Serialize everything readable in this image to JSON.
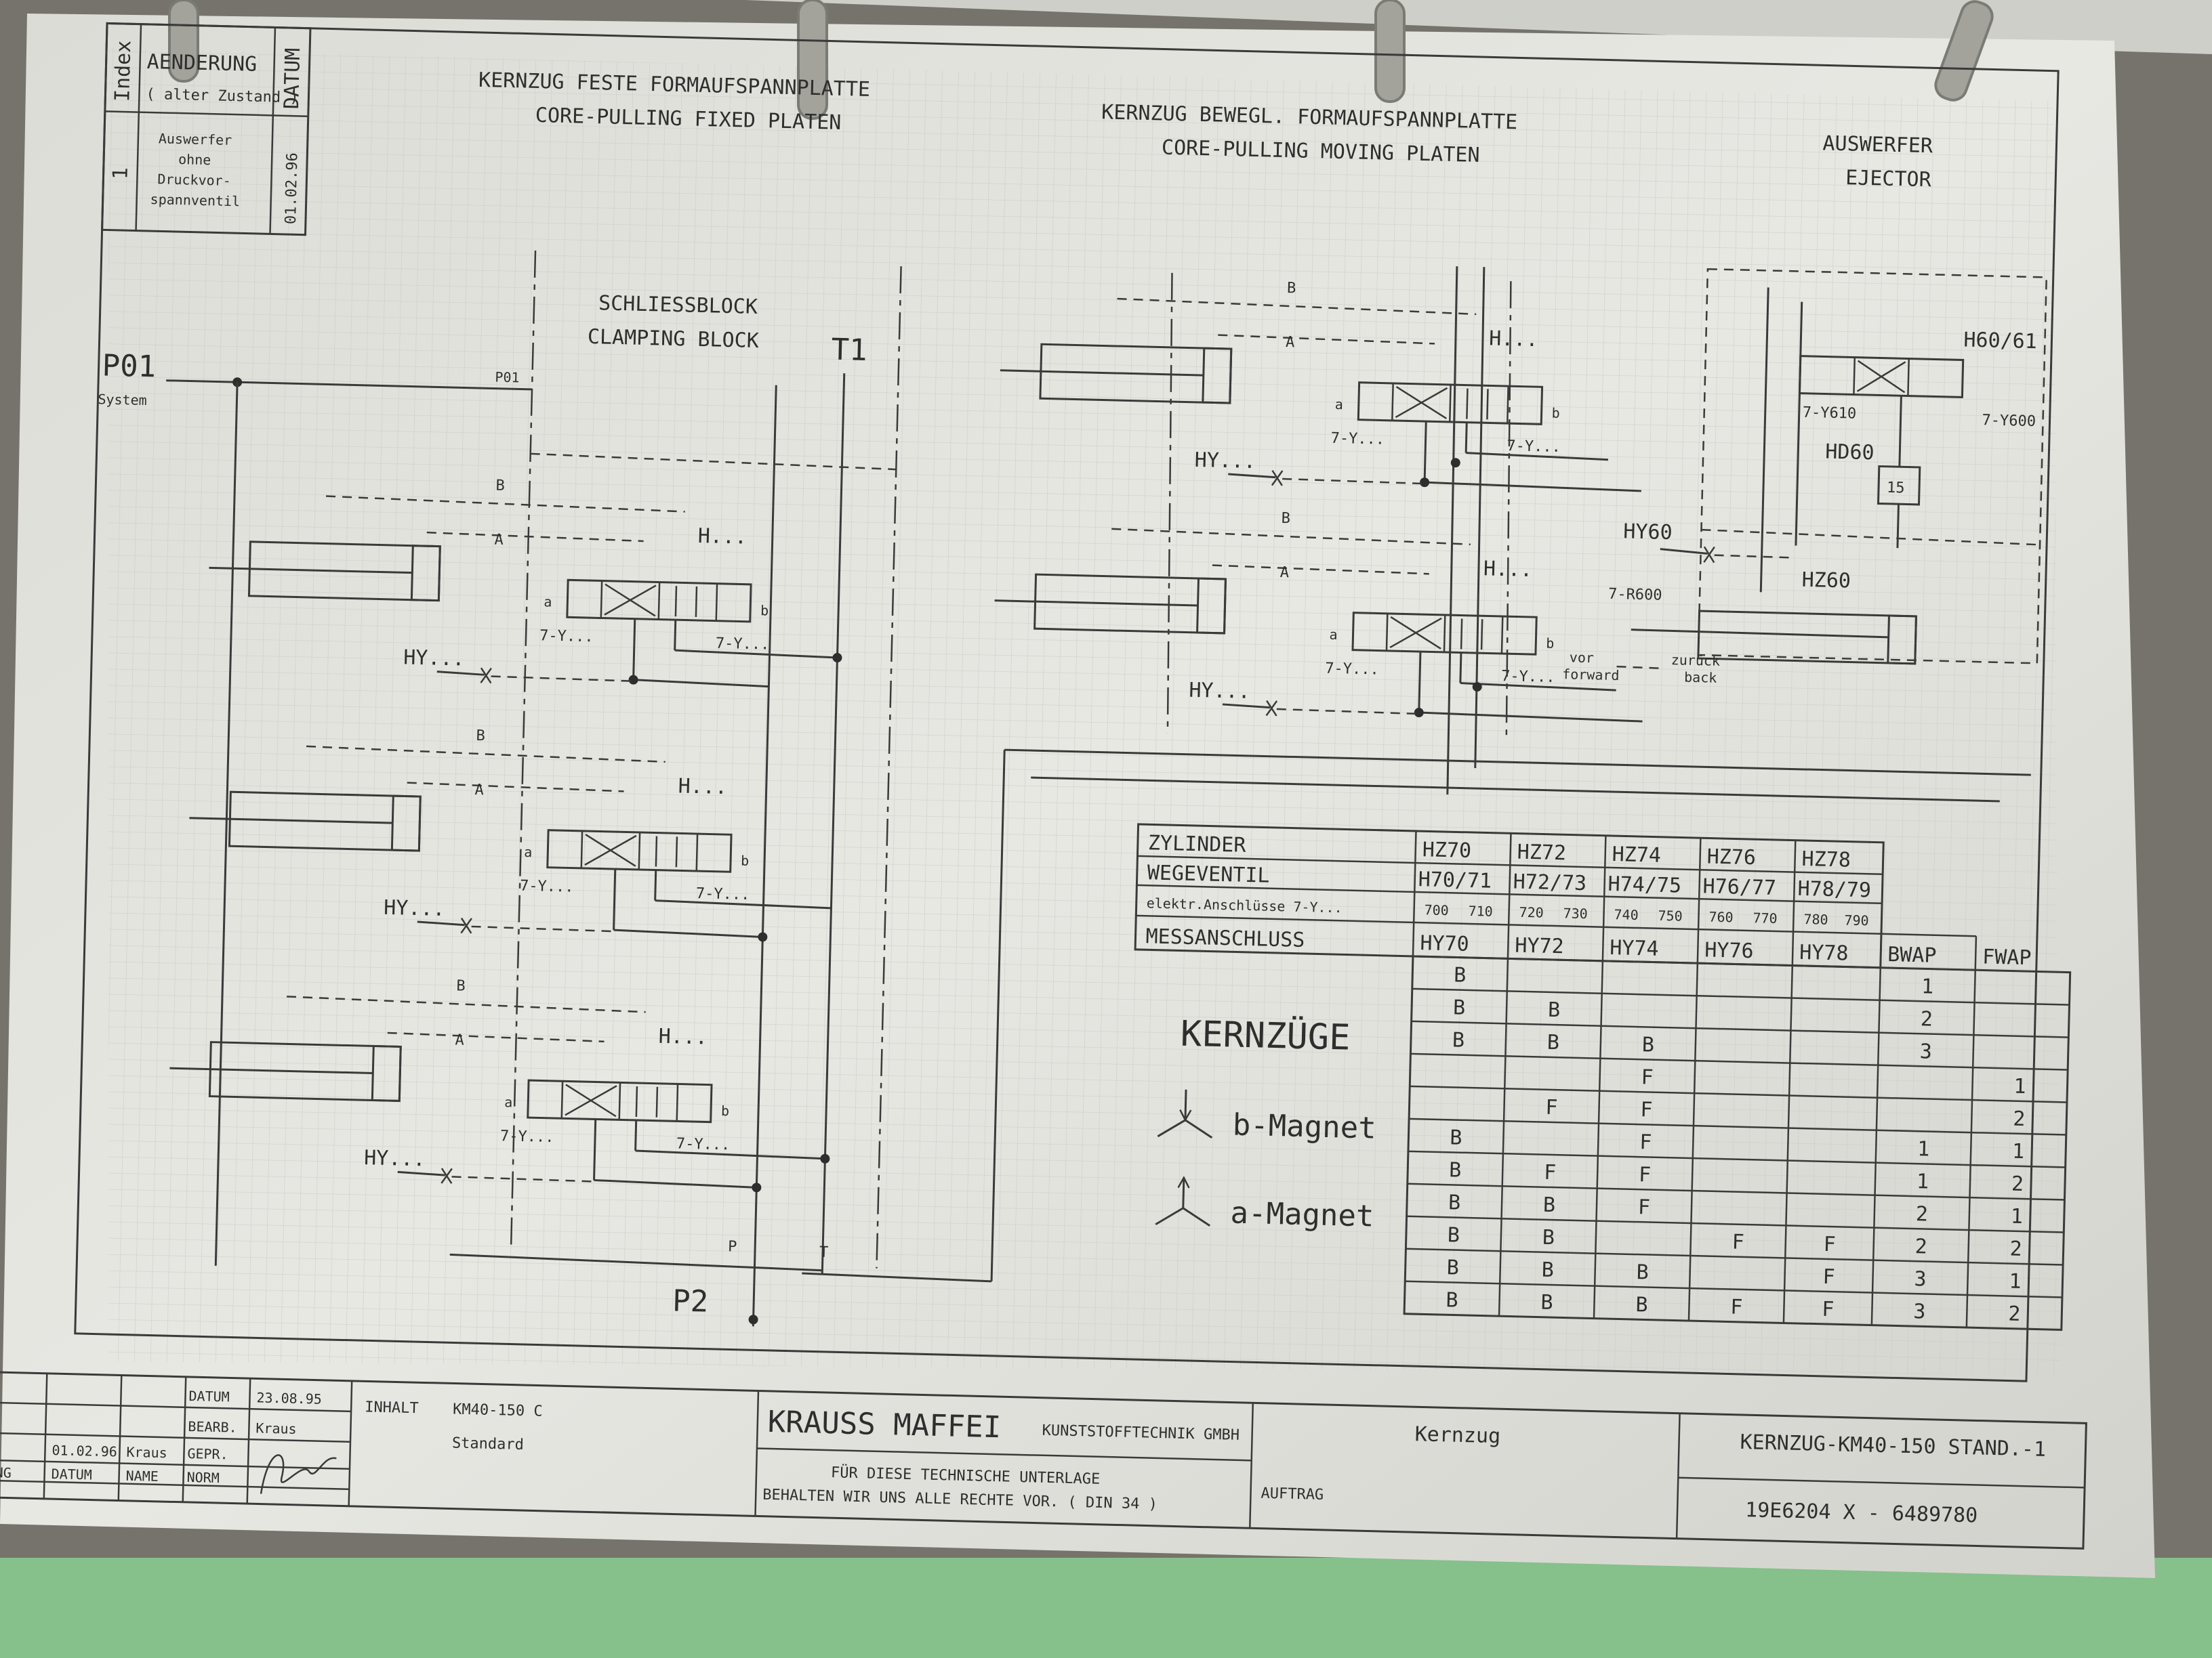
{
  "revision_block": {
    "index": "Index",
    "aenderung": "AENDERUNG",
    "alter_zustand": "( alter Zustand )",
    "datum": "DATUM",
    "entry_index": "1",
    "entry_text": [
      "Auswerfer",
      "ohne",
      "Druckvor-",
      "spannventil"
    ],
    "entry_date": "01.02.96"
  },
  "headings": {
    "fixed_de": "KERNZUG FESTE FORMAUFSPANNPLATTE",
    "fixed_en": "CORE-PULLING FIXED PLATEN",
    "moving_de": "KERNZUG BEWEGL. FORMAUFSPANNPLATTE",
    "moving_en": "CORE-PULLING MOVING PLATEN",
    "ejector_de": "AUSWERFER",
    "ejector_en": "EJECTOR",
    "clamp_de": "SCHLIESSBLOCK",
    "clamp_en": "CLAMPING BLOCK"
  },
  "labels": {
    "p01": "P01",
    "system": "System",
    "p01_small": "P01",
    "t1": "T1",
    "p2": "P2",
    "p": "P",
    "t": "T",
    "a": "A",
    "b": "B",
    "h": "H...",
    "hy": "HY...",
    "sol": "7-Y...",
    "port_a": "a",
    "port_b": "b",
    "h60": "H60/61",
    "y610": "7-Y610",
    "y600": "7-Y600",
    "hd60": "HD60",
    "hd_val": "15",
    "hy60": "HY60",
    "r600": "7-R600",
    "hz60": "HZ60",
    "vor": "vor",
    "forward": "forward",
    "zurueck": "zurück",
    "back": "back"
  },
  "legend": {
    "title": "KERNZÜGE",
    "b_magnet": "b-Magnet",
    "a_magnet": "a-Magnet"
  },
  "table": {
    "header_rows": [
      [
        "ZYLINDER",
        "HZ70",
        "HZ72",
        "HZ74",
        "HZ76",
        "HZ78"
      ],
      [
        "WEGEVENTIL",
        "H70/71",
        "H72/73",
        "H74/75",
        "H76/77",
        "H78/79"
      ]
    ],
    "elektr_label": "elektr.Anschlüsse 7-Y...",
    "elektr_values": [
      "700",
      "710",
      "720",
      "730",
      "740",
      "750",
      "760",
      "770",
      "780",
      "790"
    ],
    "mess_row": [
      "MESSANSCHLUSS",
      "HY70",
      "HY72",
      "HY74",
      "HY76",
      "HY78",
      "BWAP",
      "FWAP"
    ],
    "rows": [
      [
        "B",
        "",
        "",
        "",
        "",
        "1",
        ""
      ],
      [
        "B",
        "B",
        "",
        "",
        "",
        "2",
        ""
      ],
      [
        "B",
        "B",
        "B",
        "",
        "",
        "3",
        ""
      ],
      [
        "",
        "",
        "F",
        "",
        "",
        "",
        "1"
      ],
      [
        "",
        "F",
        "F",
        "",
        "",
        "",
        "2"
      ],
      [
        "B",
        "",
        "F",
        "",
        "",
        "1",
        "1"
      ],
      [
        "B",
        "F",
        "F",
        "",
        "",
        "1",
        "2"
      ],
      [
        "B",
        "B",
        "F",
        "",
        "",
        "2",
        "1"
      ],
      [
        "B",
        "B",
        "",
        "F",
        "F",
        "2",
        "2"
      ],
      [
        "B",
        "B",
        "B",
        "",
        "F",
        "3",
        "1"
      ],
      [
        "B",
        "B",
        "B",
        "F",
        "F",
        "3",
        "2"
      ]
    ]
  },
  "title_block": {
    "datum_label": "DATUM",
    "datum_value": "23.08.95",
    "bearb_label": "BEARB.",
    "bearb_value": "Kraus",
    "gepr_label": "GEPR.",
    "norm_label": "NORM",
    "rev_date": "01.02.96",
    "rev_name": "Kraus",
    "col_datum": "DATUM",
    "col_name": "NAME",
    "edge_g": "g",
    "edge_ung": "UNG",
    "inhalt_label": "INHALT",
    "inhalt_value": "KM40-150 C",
    "inhalt_sub": "Standard",
    "company": "KRAUSS MAFFEI",
    "company_sub": "KUNSTSTOFFTECHNIK GMBH",
    "rights_1": "FÜR DIESE TECHNISCHE UNTERLAGE",
    "rights_2": "BEHALTEN WIR UNS ALLE RECHTE VOR.   ( DIN 34 )",
    "auftrag": "AUFTRAG",
    "subject": "Kernzug",
    "drawing_title": "KERNZUG-KM40-150 STAND.-1",
    "drawing_number": "19E6204 X - 6489780"
  }
}
